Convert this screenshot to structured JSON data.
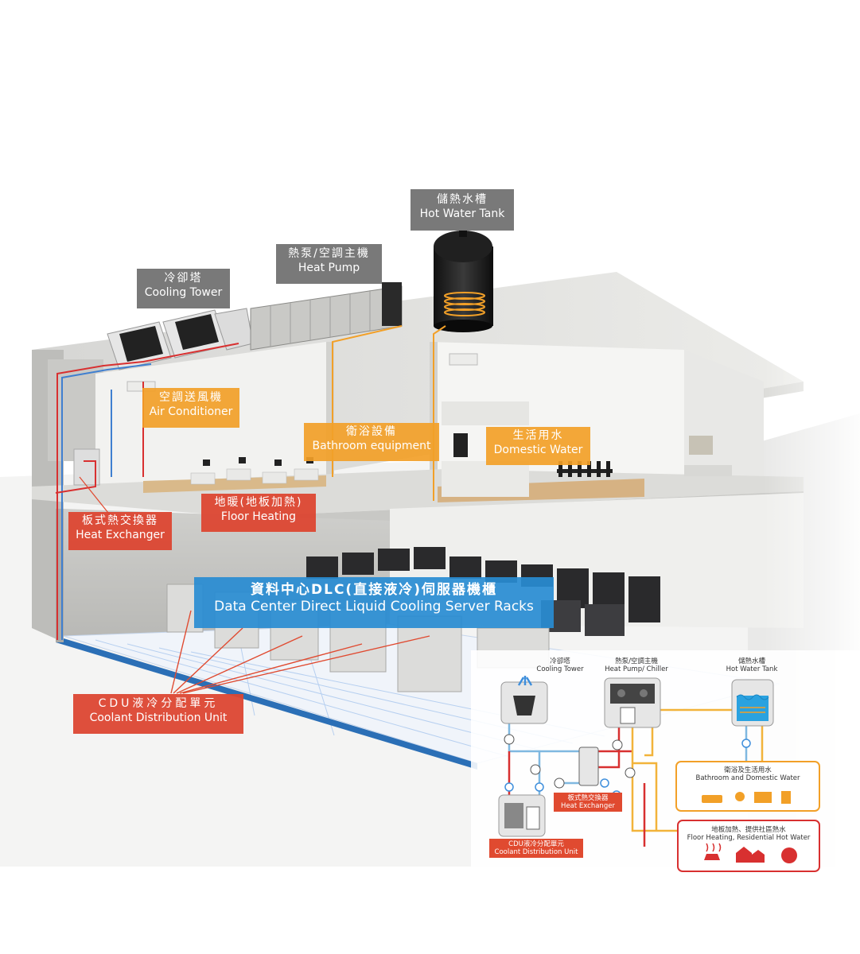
{
  "labels": {
    "hot_water_tank": {
      "zh": "儲熱水槽",
      "en": "Hot Water Tank"
    },
    "heat_pump": {
      "zh": "熱泵/空調主機",
      "en": "Heat Pump"
    },
    "cooling_tower": {
      "zh": "冷卻塔",
      "en": "Cooling Tower"
    },
    "air_conditioner": {
      "zh": "空調送風機",
      "en": "Air Conditioner"
    },
    "bathroom": {
      "zh": "衛浴設備",
      "en": "Bathroom equipment"
    },
    "domestic_water": {
      "zh": "生活用水",
      "en": "Domestic Water"
    },
    "floor_heating": {
      "zh": "地暖(地板加熱)",
      "en": "Floor Heating"
    },
    "heat_exchanger": {
      "zh": "板式熱交換器",
      "en": "Heat Exchanger"
    },
    "server_racks": {
      "zh": "資料中心DLC(直接液冷)伺服器機櫃",
      "en": "Data Center Direct Liquid Cooling Server Racks"
    },
    "cdu": {
      "zh": "CDU液冷分配單元",
      "en": "Coolant Distribution Unit"
    }
  },
  "schematic": {
    "cooling_tower": {
      "zh": "冷卻塔",
      "en": "Cooling Tower"
    },
    "heat_pump": {
      "zh": "熱泵/空調主機",
      "en": "Heat Pump/ Chiller"
    },
    "hot_water_tank": {
      "zh": "儲熱水槽",
      "en": "Hot Water Tank"
    },
    "bath_domestic": {
      "zh": "衛浴及生活用水",
      "en": "Bathroom and Domestic Water"
    },
    "floor_residential": {
      "zh": "地板加熱、提供社區熱水",
      "en": "Floor Heating, Residential Hot Water"
    },
    "heat_exchanger": {
      "zh": "板式熱交換器",
      "en": "Heat Exchanger"
    },
    "cdu": {
      "zh": "CDU液冷分配單元",
      "en": "Coolant Distribution Unit"
    }
  },
  "colors": {
    "gray": "#6e6e6e",
    "orange": "#f2a028",
    "red": "#dc4632",
    "blue": "#288cd2",
    "pipe_blue": "#7fb8e0",
    "pipe_red": "#d83030",
    "pipe_orange": "#f2b33a"
  }
}
